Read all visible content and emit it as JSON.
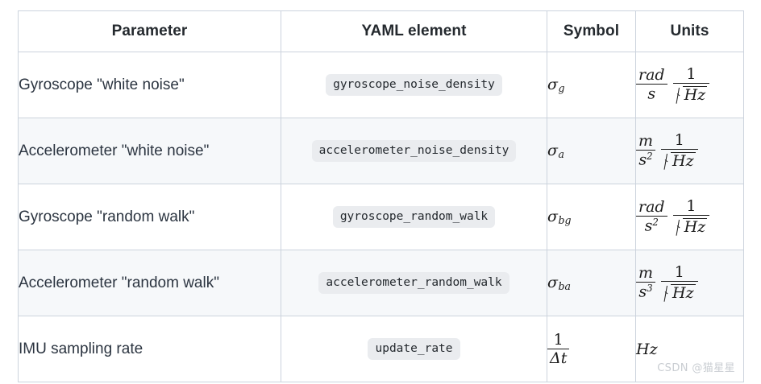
{
  "table": {
    "headers": [
      {
        "label": "Parameter"
      },
      {
        "label": "YAML element"
      },
      {
        "label": "Symbol"
      },
      {
        "label": "Units"
      }
    ],
    "rows": [
      {
        "parameter": "Gyroscope \"white noise\"",
        "yaml": "gyroscope_noise_density",
        "symbol": {
          "base": "σ",
          "sub": "g"
        },
        "units": {
          "text": "rad/s 1/sqrt(Hz)",
          "frac1_num": "rad",
          "frac1_den": "s",
          "frac1_den_sup": "",
          "frac2_num": "1",
          "frac2_den_sqrt": "Hz"
        }
      },
      {
        "parameter": "Accelerometer \"white noise\"",
        "yaml": "accelerometer_noise_density",
        "symbol": {
          "base": "σ",
          "sub": "a"
        },
        "units": {
          "text": "m/s^2 1/sqrt(Hz)",
          "frac1_num": "m",
          "frac1_den": "s",
          "frac1_den_sup": "2",
          "frac2_num": "1",
          "frac2_den_sqrt": "Hz"
        }
      },
      {
        "parameter": "Gyroscope \"random walk\"",
        "yaml": "gyroscope_random_walk",
        "symbol": {
          "base": "σ",
          "sub": "bg"
        },
        "units": {
          "text": "rad/s^2 1/sqrt(Hz)",
          "frac1_num": "rad",
          "frac1_den": "s",
          "frac1_den_sup": "2",
          "frac2_num": "1",
          "frac2_den_sqrt": "Hz"
        }
      },
      {
        "parameter": "Accelerometer \"random walk\"",
        "yaml": "accelerometer_random_walk",
        "symbol": {
          "base": "σ",
          "sub": "ba"
        },
        "units": {
          "text": "m/s^3 1/sqrt(Hz)",
          "frac1_num": "m",
          "frac1_den": "s",
          "frac1_den_sup": "3",
          "frac2_num": "1",
          "frac2_den_sqrt": "Hz"
        }
      },
      {
        "parameter": "IMU sampling rate",
        "yaml": "update_rate",
        "symbol": {
          "frac_num": "1",
          "frac_den": "Δt"
        },
        "units": {
          "plain": "Hz"
        }
      }
    ]
  },
  "watermark": {
    "text": "CSDN @猫星星"
  },
  "colors": {
    "border": "#ccd3dd",
    "header_text": "#24292e",
    "body_text": "#2b3440",
    "zebra_bg": "#f6f8fa",
    "chip_bg": "#eaecef",
    "watermark": "#c9cdd2"
  }
}
